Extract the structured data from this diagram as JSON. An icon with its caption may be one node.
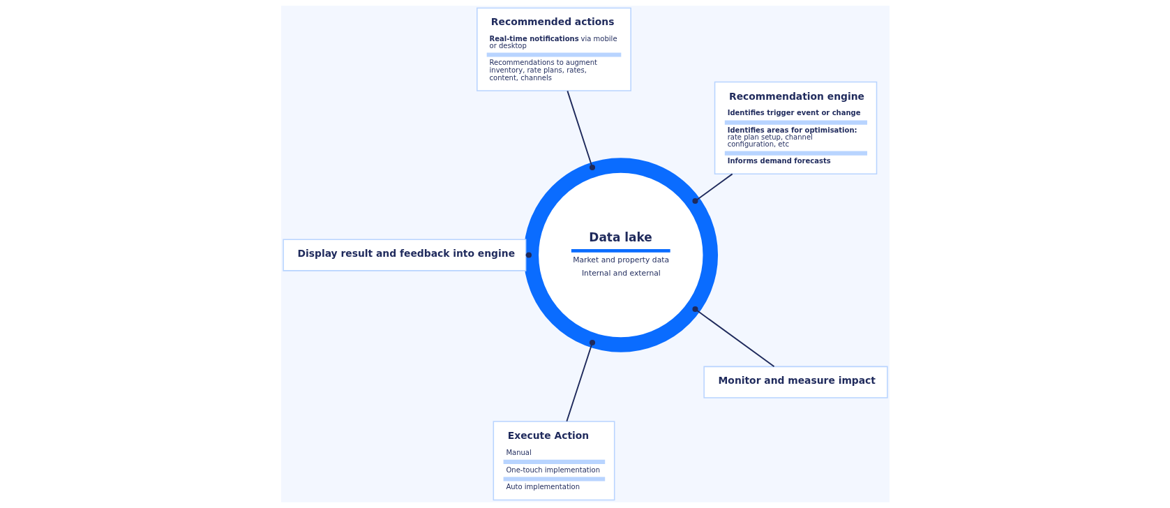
{
  "diagram": {
    "nodes": [
      {
        "text": [
          "Data lake",
          "Market and property data",
          "Internal and external"
        ]
      },
      {
        "text": [
          "Recommendation engine",
          "**Identifies trigger event or change**",
          "**Identifies areas for optimisation:** rate plan setup, channel configuration, etc",
          "**Informs demand forecasts**"
        ]
      },
      {
        "text": [
          "Recommended actions",
          "**Real-time notifications** via mobile or desktop",
          "Recommendations to augment inventory, rate plans, rates, content, channels"
        ]
      },
      {
        "text": [
          "Display result and feedback into engine"
        ]
      },
      {
        "text": [
          "Execute Action",
          "Manual",
          "One-touch implementation",
          "Auto implementation"
        ]
      },
      {
        "text": [
          "Monitor and measure impact"
        ]
      }
    ],
    "edges": [
      {
        "from": 1,
        "to": 0,
        "arrow": "other"
      },
      {
        "from": 2,
        "to": 0,
        "arrow": "other"
      },
      {
        "from": 3,
        "to": 0,
        "arrow": "other"
      },
      {
        "from": 4,
        "to": 0,
        "arrow": "other"
      },
      {
        "from": 5,
        "to": 0,
        "arrow": "other"
      }
    ]
  }
}
